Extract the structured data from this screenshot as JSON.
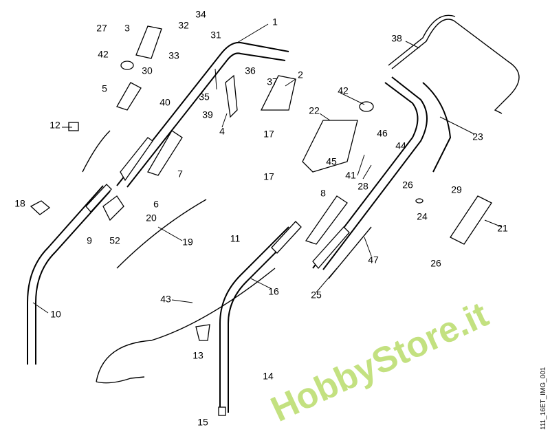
{
  "diagram_title_code": "111_16ET_IMG_001",
  "watermark": "HobbyStore.it",
  "labels": [
    "1",
    "2",
    "3",
    "27",
    "32",
    "34",
    "31",
    "33",
    "30",
    "42",
    "36",
    "37",
    "35",
    "39",
    "40",
    "5",
    "12",
    "4",
    "17",
    "42",
    "22",
    "46",
    "44",
    "45",
    "41",
    "17",
    "28",
    "26",
    "23",
    "38",
    "29",
    "7",
    "6",
    "18",
    "20",
    "9",
    "52",
    "8",
    "24",
    "21",
    "19",
    "11",
    "47",
    "26",
    "16",
    "25",
    "43",
    "10",
    "13",
    "14",
    "15"
  ]
}
